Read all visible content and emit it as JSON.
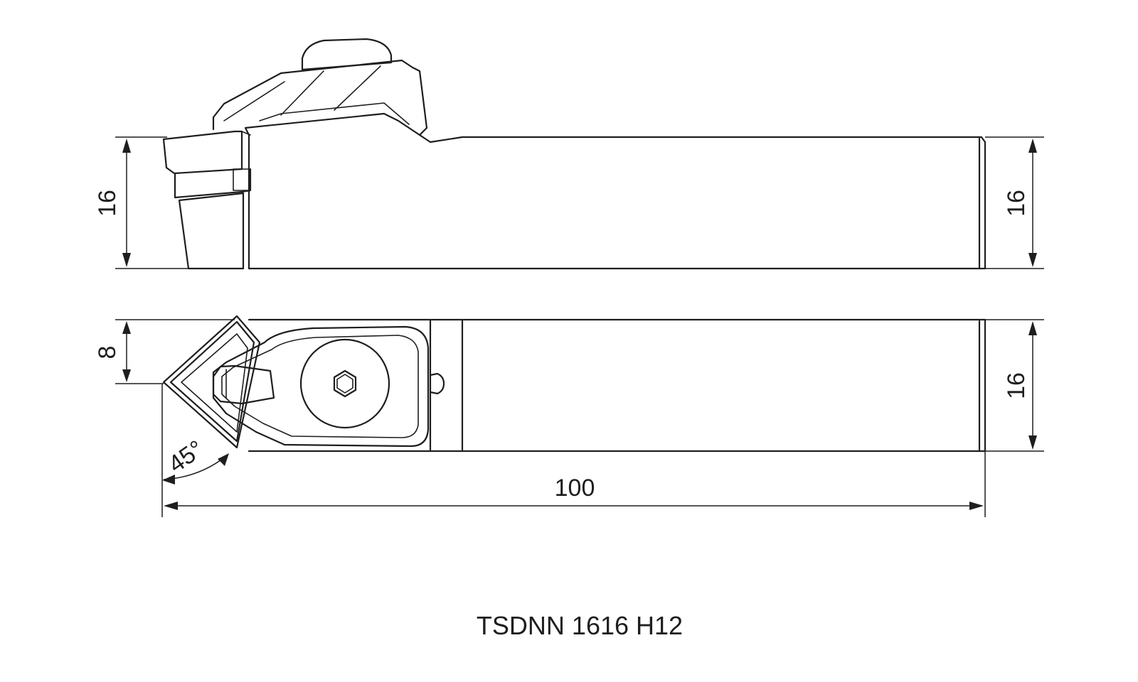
{
  "drawing": {
    "dimensions": {
      "side_height_left": "16",
      "side_height_right": "16",
      "top_insert_offset": "8",
      "top_width_right": "16",
      "total_length": "100",
      "approach_angle": "45°"
    },
    "caption": "TSDNN 1616 H12",
    "line_color": "#1e1e1e",
    "background": "#ffffff"
  }
}
